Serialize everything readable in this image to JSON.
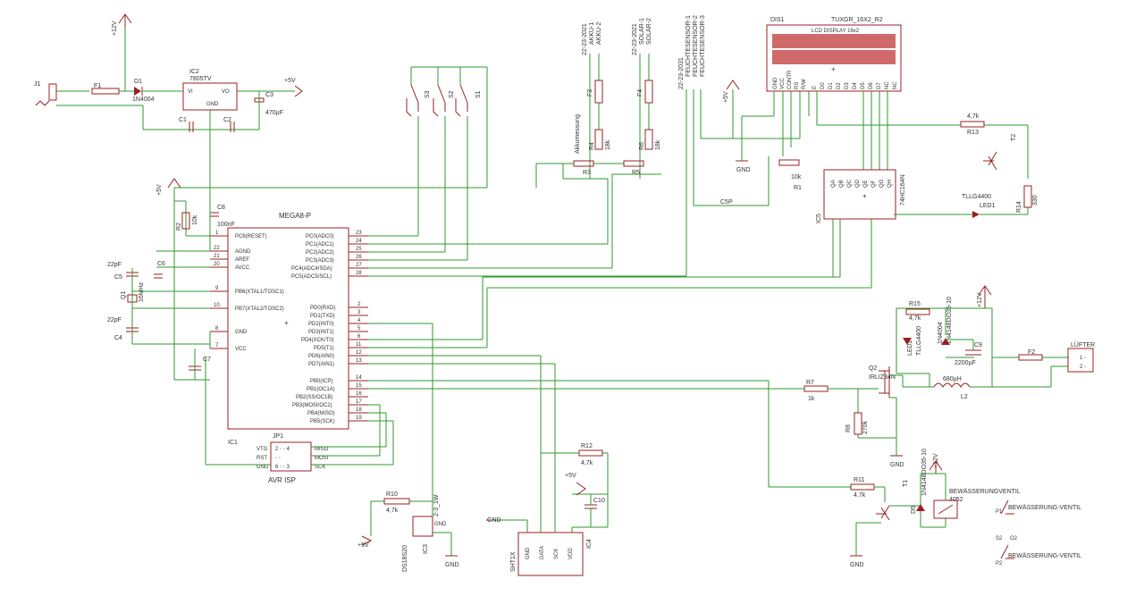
{
  "components": {
    "j1": "J1",
    "f1": "F1",
    "d1": "D1",
    "d1_part": "1N4004",
    "ic2": "IC2",
    "ic2_part": "7805TV",
    "ic2_vi": "VI",
    "ic2_vo": "VO",
    "ic2_gnd": "GND",
    "c3": "C3",
    "c3_val": "470µF",
    "c1": "C1",
    "c2": "C2",
    "plus5v": "+5V",
    "plus12v": "+12V",
    "gnd": "GND",
    "mega": "MEGA8-P",
    "c8": "C8",
    "c8_val": "100nF",
    "r2": "R2",
    "r2_val": "10k",
    "c5": "C5",
    "c6": "C6",
    "c4": "C4",
    "c7": "C7",
    "q1": "Q1",
    "q1_val": "16MHz",
    "c22": "22pF",
    "c22b": "22pF",
    "ic1": "IC1",
    "jp1": "JP1",
    "avr_isp": "AVR ISP",
    "r10": "R10",
    "r10_val": "4,7k",
    "ic3_name": "IC3",
    "ic3_part": "DS18S20",
    "ic3_pkg": "2-3_1W",
    "s1": "S1",
    "s2": "S2",
    "s3": "S3",
    "r3": "R3",
    "r4": "R4",
    "r5": "R5",
    "r6": "R6",
    "f3": "F3",
    "f4": "F4",
    "r18k": "18k",
    "r18kb": "18k",
    "akku": "Akkumessung",
    "r12": "R12",
    "r12_val": "4,7k",
    "c10": "C10",
    "ic4": "IC4",
    "sht": "SHT1X",
    "dis1": "DIS1",
    "dis1_part": "TUXGR_16X2_R2",
    "lcd_text": "LCD DISPLAY 16x2",
    "r1": "R1",
    "r1_val": "10k",
    "c5p": "C5P",
    "ic5": "IC5",
    "ic5_part": "74HC164N",
    "r13": "R13",
    "r13_val": "4,7k",
    "t2": "T2",
    "r14": "R14",
    "r14_val": "330",
    "led1": "LED1",
    "led1_part": "TLLG4400",
    "r15": "R15",
    "r15_val": "4,7k",
    "led2": "LED2",
    "led2_part": "TLLG4400",
    "d4": "1N4004",
    "d3": "1N4148DO35-10",
    "c9": "C9",
    "c9_val": "2200µF",
    "f2": "F2",
    "luefter": "LÜFTER",
    "q2": "Q2",
    "q2_part": "IRLIZ34N",
    "r7": "R7",
    "r7_val": "1k",
    "r8": "R8",
    "r8_val": "270k",
    "l2": "L2",
    "l2_val": "680µH",
    "r11": "R11",
    "r11_val": "4,7k",
    "t1": "T1",
    "d5_part": "1N4148DO35-10",
    "d5": "D5",
    "bw_valve": "BEWÄSSERUNGVENTIL",
    "valve_part": "4052",
    "bw1": "BEWÄSSERUNG-VENTIL",
    "bw2": "BEWÄSSERUNG-VENTIL",
    "p1": "P1",
    "p2": "P2",
    "o2": "O2",
    "s2b": "S2"
  },
  "connectors": {
    "akku": [
      "22-23-2021",
      "AKKU-1",
      "AKKU-2"
    ],
    "solar": [
      "22-23-2021",
      "SOLAR-1",
      "SOLAR-2"
    ],
    "feuchte": [
      "22-23-2031",
      "FEUCHTESENSOR-1",
      "FEUCHTESENSOR-2",
      "FEUCHTESENSOR-3"
    ]
  },
  "mega_left_pins": [
    {
      "num": "1",
      "name": "PC6(RESET)"
    },
    {
      "num": "22",
      "name": "AGND"
    },
    {
      "num": "21",
      "name": "AREF"
    },
    {
      "num": "20",
      "name": "AVCC"
    },
    {
      "num": "9",
      "name": "PB6(XTAL1/TOSC1)"
    },
    {
      "num": "10",
      "name": "PB7(XTAL2/TOSC2)"
    },
    {
      "num": "8",
      "name": "GND"
    },
    {
      "num": "7",
      "name": "VCC"
    }
  ],
  "mega_right_pins": [
    {
      "num": "23",
      "name": "PC0(ADC0)"
    },
    {
      "num": "24",
      "name": "PC1(ADC1)"
    },
    {
      "num": "25",
      "name": "PC2(ADC2)"
    },
    {
      "num": "26",
      "name": "PC3(ADC3)"
    },
    {
      "num": "27",
      "name": "PC4(ADC4/SDA)"
    },
    {
      "num": "28",
      "name": "PC5(ADC5/SCL)"
    },
    {
      "num": "2",
      "name": "PD0(RXD)"
    },
    {
      "num": "3",
      "name": "PD1(TXD)"
    },
    {
      "num": "4",
      "name": "PD2(INT0)"
    },
    {
      "num": "5",
      "name": "PD3(INT1)"
    },
    {
      "num": "6",
      "name": "PD4(XCK/T0)"
    },
    {
      "num": "11",
      "name": "PD5(T1)"
    },
    {
      "num": "12",
      "name": "PD6(AIN0)"
    },
    {
      "num": "13",
      "name": "PD7(AIN1)"
    },
    {
      "num": "14",
      "name": "PB0(ICP)"
    },
    {
      "num": "15",
      "name": "PB1(OC1A)"
    },
    {
      "num": "16",
      "name": "PB2(SS/OC1B)"
    },
    {
      "num": "17",
      "name": "PB3(MOSI/OC2)"
    },
    {
      "num": "18",
      "name": "PB4(MISO)"
    },
    {
      "num": "19",
      "name": "PB5(SCK)"
    }
  ],
  "isp_pins": [
    "VTG",
    "RST",
    "GND",
    "MISO",
    "MOSI",
    "SCK"
  ],
  "lcd_pins": [
    "GND",
    "VCC",
    "CONTR",
    "RS",
    "R/W",
    "E",
    "D0",
    "D1",
    "D2",
    "D3",
    "D4",
    "D5",
    "D6",
    "D7",
    "NC",
    "NC"
  ],
  "ic5_pins": [
    "QA",
    "QB",
    "QC",
    "QD",
    "QE",
    "QF",
    "QG",
    "QH"
  ],
  "sht_pins": [
    "GND",
    "DATA",
    "SCK",
    "VDD"
  ]
}
